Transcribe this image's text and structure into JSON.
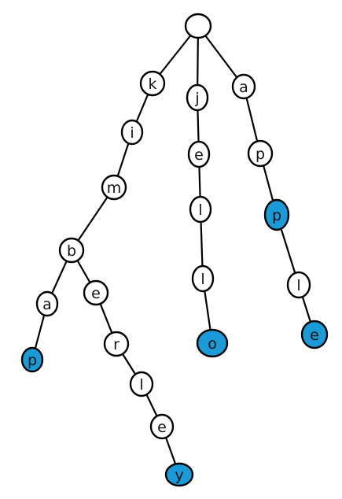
{
  "diagram": {
    "type": "trie",
    "colors": {
      "stroke": "#000000",
      "node_fill": "#ffffff",
      "terminal_fill": "#1a9ad6",
      "label": "#111111"
    },
    "nodes": [
      {
        "id": "root",
        "label": "",
        "terminal": false
      },
      {
        "id": "k",
        "label": "k",
        "terminal": false
      },
      {
        "id": "k-i",
        "label": "i",
        "terminal": false
      },
      {
        "id": "k-m",
        "label": "m",
        "terminal": false
      },
      {
        "id": "k-b",
        "label": "b",
        "terminal": false
      },
      {
        "id": "k-a",
        "label": "a",
        "terminal": false
      },
      {
        "id": "k-p",
        "label": "p",
        "terminal": true
      },
      {
        "id": "k-e",
        "label": "e",
        "terminal": false
      },
      {
        "id": "k-r",
        "label": "r",
        "terminal": false
      },
      {
        "id": "k-l",
        "label": "l",
        "terminal": false
      },
      {
        "id": "k-e2",
        "label": "e",
        "terminal": false
      },
      {
        "id": "k-y",
        "label": "y",
        "terminal": true
      },
      {
        "id": "j",
        "label": "j",
        "terminal": false
      },
      {
        "id": "j-e",
        "label": "e",
        "terminal": false
      },
      {
        "id": "j-l1",
        "label": "l",
        "terminal": false
      },
      {
        "id": "j-l2",
        "label": "l",
        "terminal": false
      },
      {
        "id": "j-o",
        "label": "o",
        "terminal": true
      },
      {
        "id": "a",
        "label": "a",
        "terminal": false
      },
      {
        "id": "a-p1",
        "label": "p",
        "terminal": false
      },
      {
        "id": "a-p2",
        "label": "p",
        "terminal": true
      },
      {
        "id": "a-l",
        "label": "l",
        "terminal": false
      },
      {
        "id": "a-e",
        "label": "e",
        "terminal": true
      }
    ],
    "edges": [
      [
        "root",
        "k"
      ],
      [
        "k",
        "k-i"
      ],
      [
        "k-i",
        "k-m"
      ],
      [
        "k-m",
        "k-b"
      ],
      [
        "k-b",
        "k-a"
      ],
      [
        "k-a",
        "k-p"
      ],
      [
        "k-b",
        "k-e"
      ],
      [
        "k-e",
        "k-r"
      ],
      [
        "k-r",
        "k-l"
      ],
      [
        "k-l",
        "k-e2"
      ],
      [
        "k-e2",
        "k-y"
      ],
      [
        "root",
        "j"
      ],
      [
        "j",
        "j-e"
      ],
      [
        "j-e",
        "j-l1"
      ],
      [
        "j-l1",
        "j-l2"
      ],
      [
        "j-l2",
        "j-o"
      ],
      [
        "root",
        "a"
      ],
      [
        "a",
        "a-p1"
      ],
      [
        "a-p1",
        "a-p2"
      ],
      [
        "a-p2",
        "a-l"
      ],
      [
        "a-l",
        "a-e"
      ]
    ]
  }
}
